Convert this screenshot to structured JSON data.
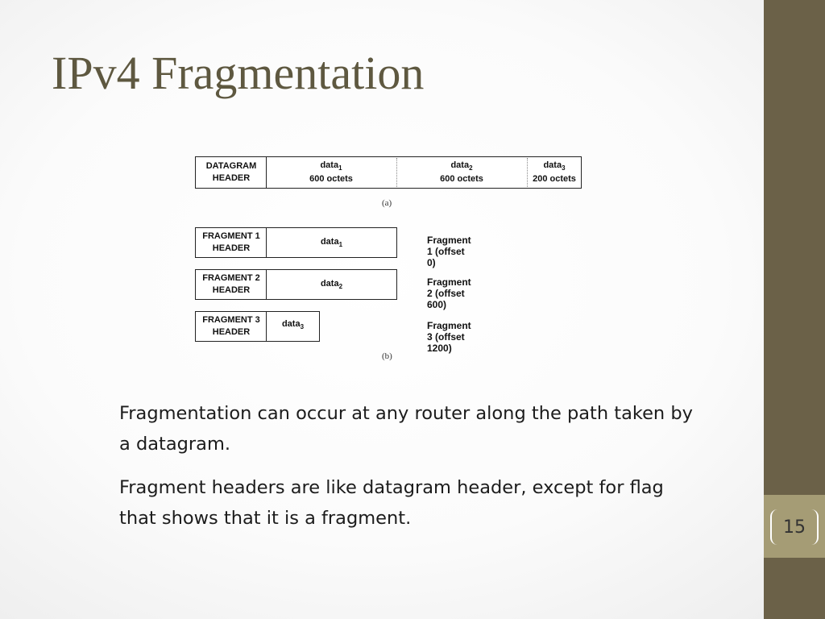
{
  "slide": {
    "title": "IPv4 Fragmentation",
    "page_number": "15",
    "bullets": [
      "Fragmentation can occur at any router along the path taken by a datagram.",
      "Fragment headers are like datagram header, except for flag that shows that it is a fragment."
    ]
  },
  "diagram_a": {
    "header_line1": "DATAGRAM",
    "header_line2": "HEADER",
    "data1": "data",
    "data1_sub": "1",
    "data1_size": "600 octets",
    "data2": "data",
    "data2_sub": "2",
    "data2_size": "600 octets",
    "data3": "data",
    "data3_sub": "3",
    "data3_size": "200 octets",
    "caption": "(a)"
  },
  "diagram_b": {
    "fragments": [
      {
        "header_line1": "FRAGMENT 1",
        "header_line2": "HEADER",
        "data": "data",
        "data_sub": "1",
        "label": "Fragment 1 (offset 0)"
      },
      {
        "header_line1": "FRAGMENT 2",
        "header_line2": "HEADER",
        "data": "data",
        "data_sub": "2",
        "label": "Fragment 2 (offset 600)"
      },
      {
        "header_line1": "FRAGMENT 3",
        "header_line2": "HEADER",
        "data": "data",
        "data_sub": "3",
        "label": "Fragment 3 (offset 1200)"
      }
    ],
    "caption": "(b)"
  }
}
